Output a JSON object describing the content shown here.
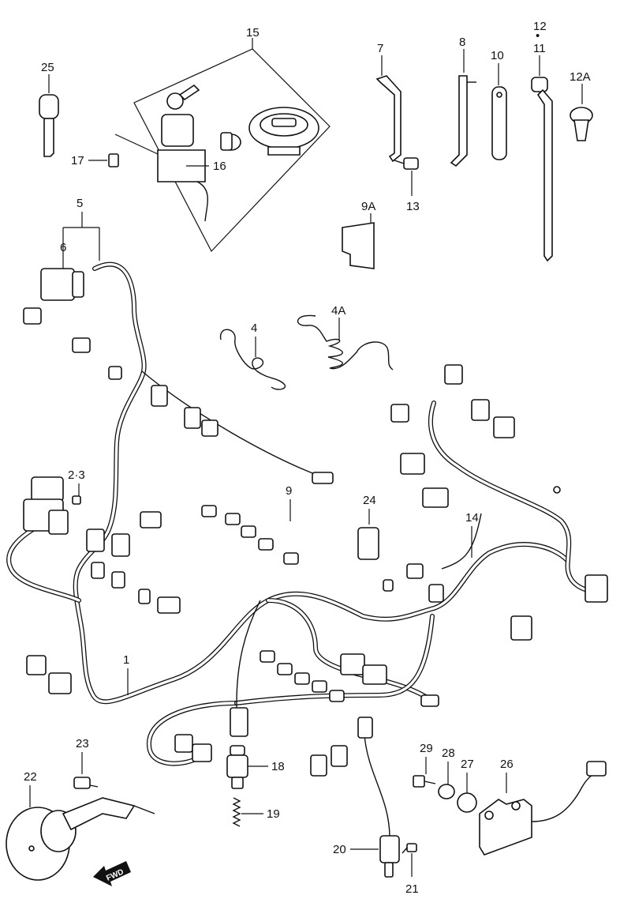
{
  "labels": {
    "p1": "1",
    "p2_3": "2·3",
    "p4": "4",
    "p4a": "4A",
    "p5": "5",
    "p6": "6",
    "p7": "7",
    "p8": "8",
    "p9": "9",
    "p9a": "9A",
    "p10": "10",
    "p11": "11",
    "p12": "12",
    "p12a": "12A",
    "p13": "13",
    "p14": "14",
    "p15": "15",
    "p16": "16",
    "p17": "17",
    "p18": "18",
    "p19": "19",
    "p20": "20",
    "p21": "21",
    "p22": "22",
    "p23": "23",
    "p24": "24",
    "p25": "25",
    "p26": "26",
    "p27": "27",
    "p28": "28",
    "p29": "29"
  },
  "direction_arrow": "FWD",
  "separator_dot": "•"
}
